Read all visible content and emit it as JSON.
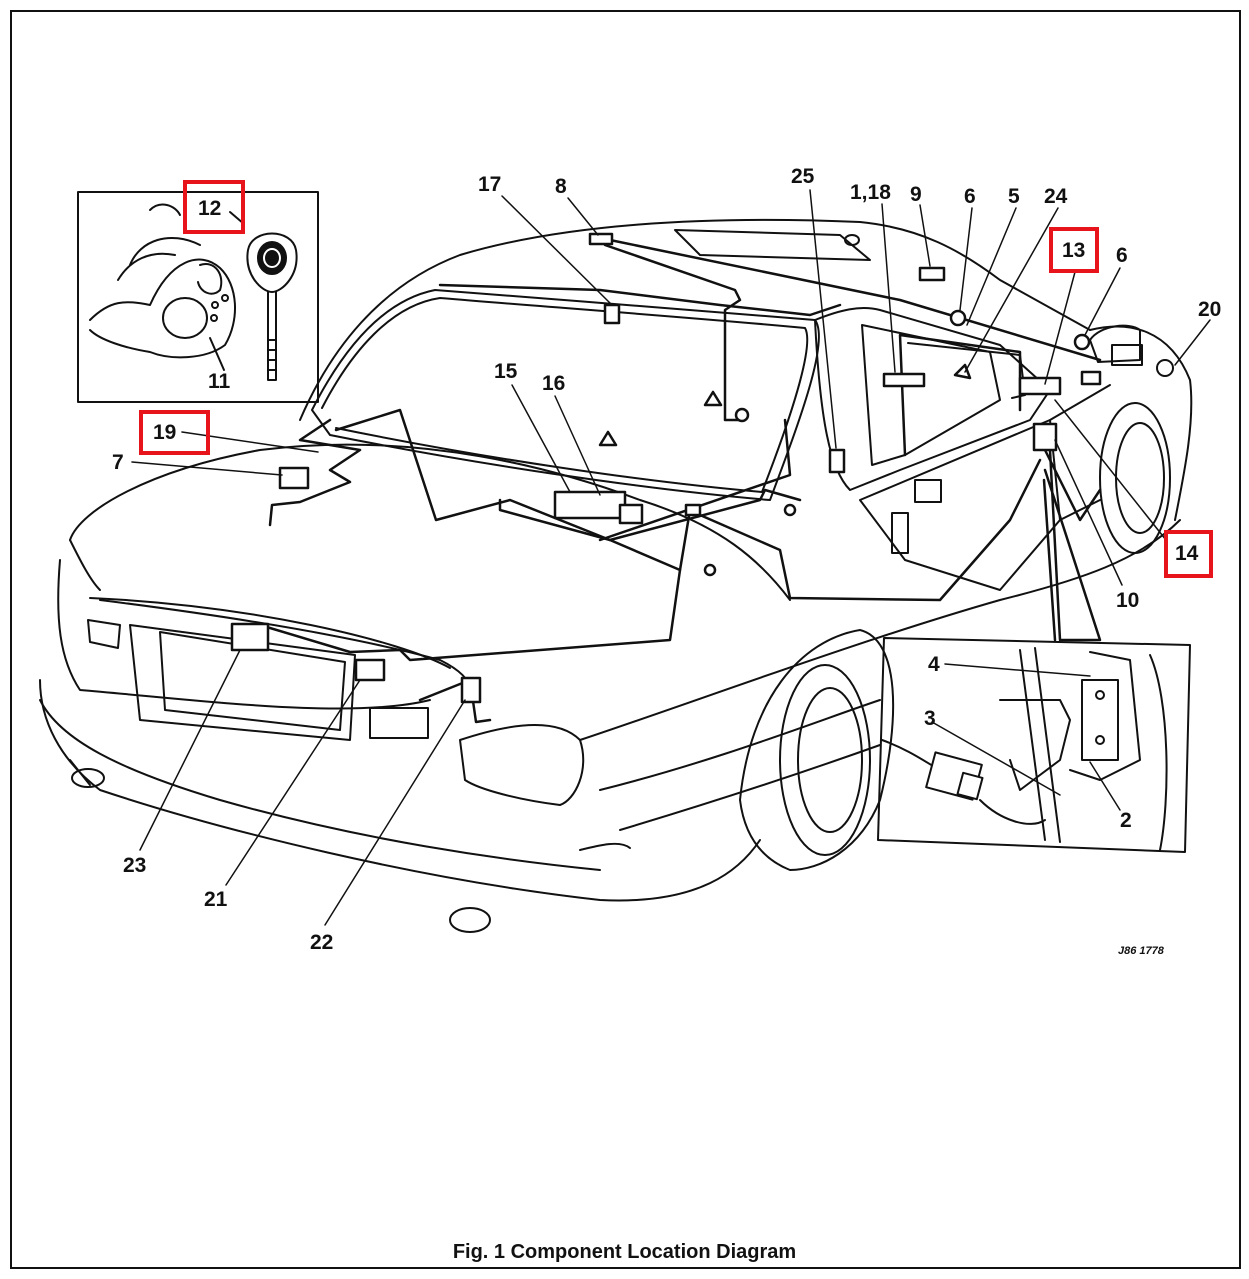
{
  "diagram": {
    "caption": "Fig. 1 Component Location Diagram",
    "reference_code": "J86 1778",
    "highlight_color": "#e8141b",
    "line_color": "#111111",
    "callouts": {
      "c1_18": "1,18",
      "c2": "2",
      "c3": "3",
      "c4": "4",
      "c5": "5",
      "c6a": "6",
      "c6b": "6",
      "c7": "7",
      "c8": "8",
      "c9": "9",
      "c10": "10",
      "c11": "11",
      "c12": "12",
      "c13": "13",
      "c14": "14",
      "c15": "15",
      "c16": "16",
      "c17": "17",
      "c19": "19",
      "c20": "20",
      "c21": "21",
      "c22": "22",
      "c23": "23",
      "c24": "24",
      "c25": "25"
    },
    "highlighted": [
      "12",
      "13",
      "14",
      "19"
    ],
    "icons": [
      "car-illustration",
      "key-fob-inset",
      "door-lock-inset"
    ]
  }
}
